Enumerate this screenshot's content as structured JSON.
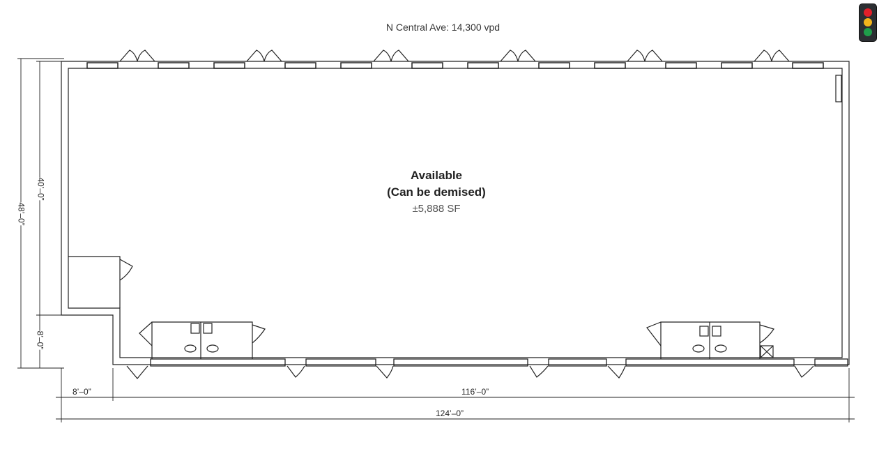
{
  "street_label": "N Central Ave: 14,300 vpd",
  "suite": {
    "status": "Available",
    "note": "(Can be demised)",
    "area": "±5,888 SF"
  },
  "dimensions": {
    "depth_total": "48’–0”",
    "depth_main": "40’–0”",
    "depth_notch": "8’–0”",
    "width_notch": "8’–0”",
    "width_main": "116’–0”",
    "width_total": "124’–0”"
  },
  "traffic_light": {
    "colors": [
      "#e3202a",
      "#f4b51c",
      "#1f9e4a"
    ]
  }
}
